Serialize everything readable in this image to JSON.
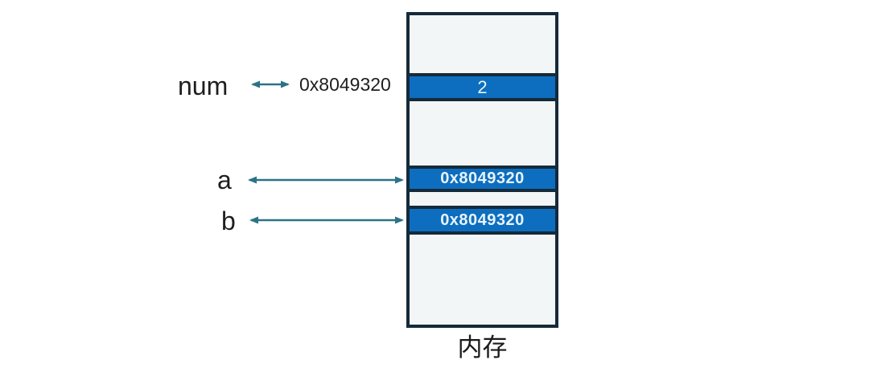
{
  "diagram": {
    "title": "内存",
    "num_label": "num",
    "num_address": "0x8049320",
    "a_label": "a",
    "b_label": "b",
    "cells": {
      "num_value": "2",
      "a_value": "0x8049320",
      "b_value": "0x8049320"
    },
    "colors": {
      "cell_highlight": "#0d6ebf",
      "box_border": "#152a3a",
      "cell_background": "#f3f6f6",
      "arrow": "#2b7386",
      "cell_text": "#e8f4fb",
      "label_text": "#1e1e1e"
    }
  }
}
